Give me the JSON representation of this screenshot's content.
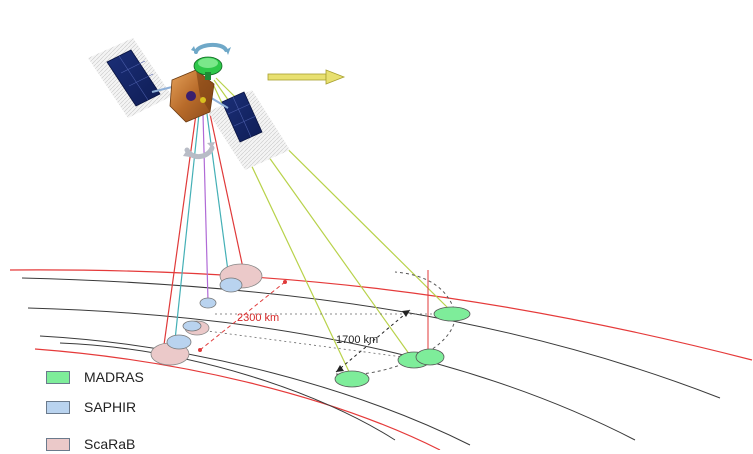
{
  "colors": {
    "madras": "#7eed9a",
    "saphir": "#b9d3ef",
    "scarab": "#ebc9c9",
    "track_red": "#e53a3a",
    "track_dark": "#3a3a3a",
    "beam_madras": "#b8d24a",
    "beam_saphir": "#44b0b6",
    "beam_scarab": "#e03a3a",
    "beam_nadir": "#b06ad6",
    "arrow_yellow": "#e8e070"
  },
  "annotations": {
    "scarab_swath": "2300 km",
    "madras_swath": "1700 km"
  },
  "legend": [
    {
      "name": "madras",
      "label": "MADRAS",
      "color": "#7eed9a"
    },
    {
      "name": "saphir",
      "label": "SAPHIR",
      "color": "#b9d3ef"
    },
    {
      "name": "scarab",
      "label": "ScaRaB",
      "color": "#ebc9c9"
    }
  ],
  "icons": {
    "satellite": "satellite-icon",
    "direction": "flight-direction-arrow-icon",
    "rotation": "rotation-arrow-icon"
  }
}
